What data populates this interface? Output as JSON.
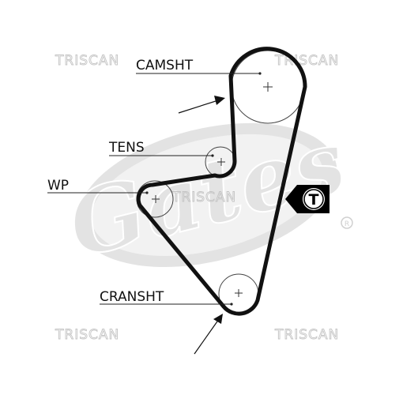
{
  "watermark": {
    "brand_text": "TRISCAN",
    "logo_name": "gates-logo-watermark",
    "color": "#e3e3e3",
    "outline_color": "#c4c4c4"
  },
  "labels": {
    "camshaft": "CAMSHT",
    "tensioner": "TENS",
    "water_pump": "WP",
    "crankshaft": "CRANSHT"
  },
  "tensioner_badge": {
    "letter": "T",
    "background_color": "#000000",
    "text_color": "#ffffff"
  },
  "colors": {
    "belt": "#111111",
    "line": "#222222",
    "label_text": "#111111"
  }
}
